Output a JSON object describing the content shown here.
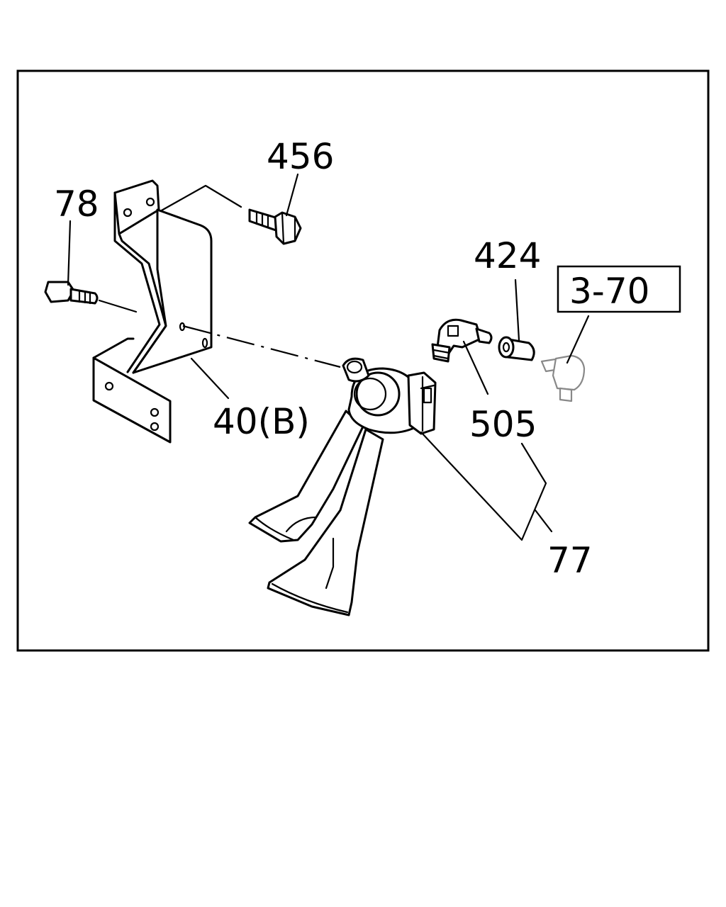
{
  "diagram": {
    "callouts": {
      "bolt_top": "456",
      "bolt_left": "78",
      "bracket": "40(B)",
      "spacer": "424",
      "reference": "3-70",
      "elbow_connector": "505",
      "horn_assembly": "77"
    }
  }
}
